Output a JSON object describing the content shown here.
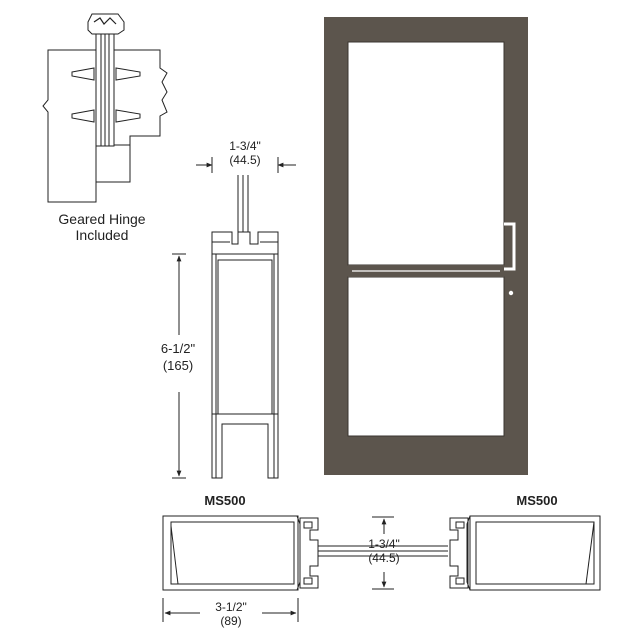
{
  "hinge": {
    "caption_line1": "Geared Hinge",
    "caption_line2": "Included"
  },
  "stile_section": {
    "width_imperial": "1-3/4\"",
    "width_metric": "(44.5)",
    "height_imperial": "6-1/2\"",
    "height_metric": "(165)"
  },
  "door": {
    "frame_color": "#5c554d"
  },
  "left_section": {
    "title": "MS500",
    "width_imperial": "3-1/2\"",
    "width_metric": "(89)"
  },
  "right_section": {
    "title": "MS500"
  },
  "center_dim": {
    "imperial": "1-3/4\"",
    "metric": "(44.5)"
  }
}
